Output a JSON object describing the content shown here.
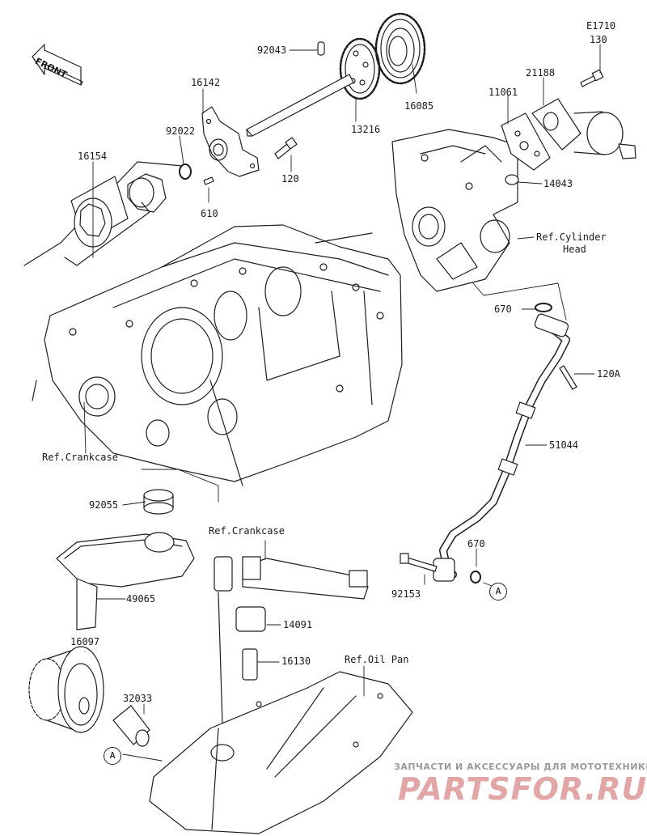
{
  "direction": {
    "label": "FRONT"
  },
  "parts": {
    "p_e1710": "E1710",
    "p_130": "130",
    "p_92043": "92043",
    "p_21188": "21188",
    "p_16142": "16142",
    "p_16085": "16085",
    "p_11061": "11061",
    "p_92022": "92022",
    "p_13216": "13216",
    "p_16154": "16154",
    "p_120": "120",
    "p_14043": "14043",
    "p_610": "610",
    "p_670_top": "670",
    "p_120a": "120A",
    "p_51044": "51044",
    "p_92055": "92055",
    "p_670_bottom": "670",
    "p_49065": "49065",
    "p_92153": "92153",
    "p_14091": "14091",
    "p_16097": "16097",
    "p_16130": "16130",
    "p_32033": "32033"
  },
  "references": {
    "cylinder_head_1": "Ref.Cylinder",
    "cylinder_head_2": "Head",
    "crankcase_left": "Ref.Crankcase",
    "crankcase_mid": "Ref.Crankcase",
    "oil_pan": "Ref.Oil Pan"
  },
  "markers": {
    "a_right": "A",
    "a_left": "A"
  },
  "watermark": {
    "tagline": "ЗАПЧАСТИ И АКСЕССУАРЫ ДЛЯ МОТОТЕХНИКИ",
    "brand": "PARTSFOR.RU",
    "brand_color": "#e3a6a6"
  }
}
